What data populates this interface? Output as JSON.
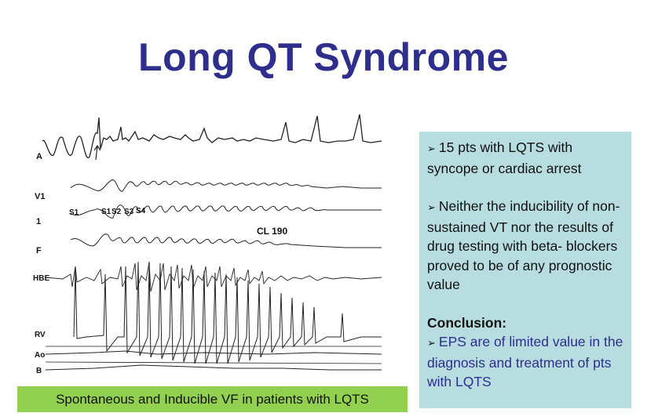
{
  "slide": {
    "title": "Long QT Syndrome",
    "caption": "Spontaneous and Inducible VF in patients with LQTS",
    "bullet_marker": "➢"
  },
  "ecg": {
    "lead_labels": [
      "A",
      "V1",
      "1",
      "F",
      "HBE",
      "RV",
      "Ao",
      "B"
    ],
    "stim_labels": [
      "S1",
      "S1",
      "S2",
      "S3",
      "S4"
    ],
    "cycle_length": "CL 190"
  },
  "box": {
    "bullet1": "15 pts with LQTS with syncope or cardiac arrest",
    "bullet2": "Neither the inducibility of non-sustained VT nor the results of drug testing with beta- blockers proved to be of any prognostic value",
    "conclusion_heading": "Conclusion:",
    "bullet3": "EPS are of limited value in the diagnosis and treatment of pts with LQTS"
  },
  "colors": {
    "title": "#2e2e8c",
    "caption_bg": "#92d050",
    "box_bg": "#b7dde1",
    "conclusion_text": "#2e2e8c"
  }
}
